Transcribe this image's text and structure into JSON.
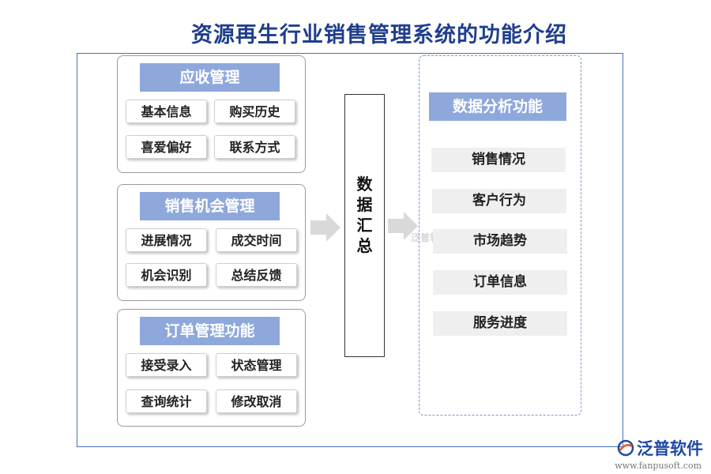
{
  "title": "资源再生行业销售管理系统的功能介绍",
  "groups": [
    {
      "header": "应收管理",
      "items": [
        "基本信息",
        "购买历史",
        "喜爱偏好",
        "联系方式"
      ]
    },
    {
      "header": "销售机会管理",
      "items": [
        "进展情况",
        "成交时间",
        "机会识别",
        "总结反馈"
      ]
    },
    {
      "header": "订单管理功能",
      "items": [
        "接受录入",
        "状态管理",
        "查询统计",
        "修改取消"
      ]
    }
  ],
  "summary": {
    "label_lines": [
      "数",
      "据",
      "汇",
      "总"
    ]
  },
  "analysis": {
    "header": "数据分析功能",
    "items": [
      "销售情况",
      "客户行为",
      "市场趋势",
      "订单信息",
      "服务进度"
    ]
  },
  "watermark": "泛普软件",
  "logo": {
    "name": "泛普软件",
    "url": "www.fanpusoft.com"
  },
  "colors": {
    "title": "#1f3e8c",
    "header_fill": "#8fa8dc",
    "frame_border": "#4a6ec2",
    "arrow_fill": "#d9d9d9",
    "analysis_item_fill": "#efefef"
  }
}
